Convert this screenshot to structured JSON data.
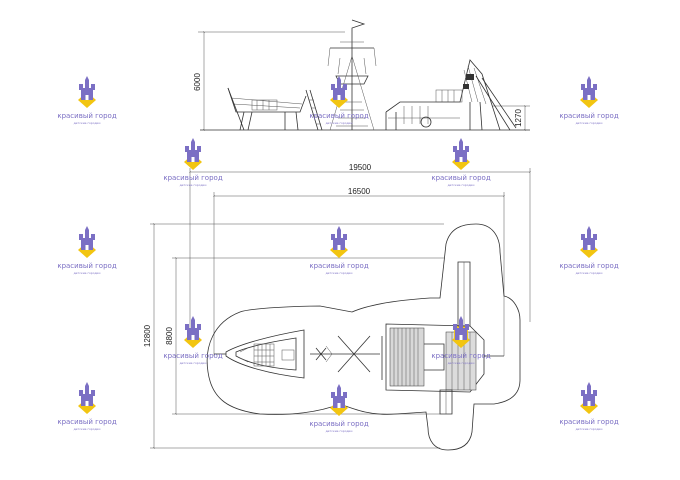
{
  "dimensions": {
    "height_total": "6000",
    "height_platform": "1270",
    "length_overall": "19500",
    "length_structure": "16500",
    "width_overall": "12800",
    "width_structure": "8800"
  },
  "watermark": {
    "brand": "красивый город",
    "tagline": "детские городки",
    "colors": {
      "purple": "#7b6fc4",
      "yellow": "#f2c511"
    },
    "icon": "castle-logo-icon"
  }
}
